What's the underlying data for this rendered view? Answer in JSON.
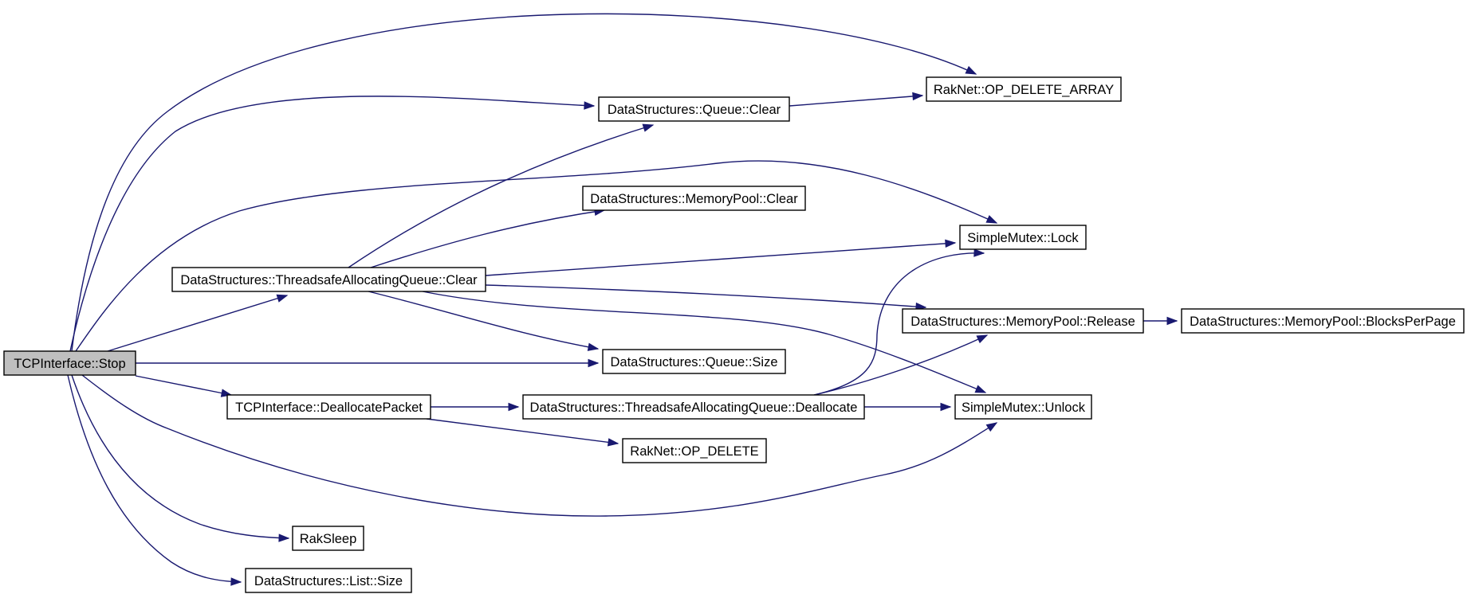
{
  "diagram": {
    "type": "call-graph",
    "colors": {
      "edge": "#191970",
      "node_border": "#000000",
      "node_fill": "#ffffff",
      "root_fill": "#bfbfbf"
    },
    "nodes": [
      {
        "id": "stop",
        "label": "TCPInterface::Stop",
        "root": true
      },
      {
        "id": "opdeletearray",
        "label": "RakNet::OP_DELETE_ARRAY"
      },
      {
        "id": "queueclear",
        "label": "DataStructures::Queue::Clear"
      },
      {
        "id": "mempoolclear",
        "label": "DataStructures::MemoryPool::Clear"
      },
      {
        "id": "mutexlock",
        "label": "SimpleMutex::Lock"
      },
      {
        "id": "taqclear",
        "label": "DataStructures::ThreadsafeAllocatingQueue::Clear"
      },
      {
        "id": "mempoolrelease",
        "label": "DataStructures::MemoryPool::Release"
      },
      {
        "id": "blocksperpage",
        "label": "DataStructures::MemoryPool::BlocksPerPage"
      },
      {
        "id": "queuesize",
        "label": "DataStructures::Queue::Size"
      },
      {
        "id": "deallocpacket",
        "label": "TCPInterface::DeallocatePacket"
      },
      {
        "id": "taqdealloc",
        "label": "DataStructures::ThreadsafeAllocatingQueue::Deallocate"
      },
      {
        "id": "mutexunlock",
        "label": "SimpleMutex::Unlock"
      },
      {
        "id": "opdelete",
        "label": "RakNet::OP_DELETE"
      },
      {
        "id": "raksleep",
        "label": "RakSleep"
      },
      {
        "id": "listsize",
        "label": "DataStructures::List::Size"
      }
    ],
    "edges": [
      {
        "from": "stop",
        "to": "opdeletearray"
      },
      {
        "from": "stop",
        "to": "queueclear"
      },
      {
        "from": "stop",
        "to": "mutexlock"
      },
      {
        "from": "stop",
        "to": "taqclear"
      },
      {
        "from": "stop",
        "to": "queuesize"
      },
      {
        "from": "stop",
        "to": "deallocpacket"
      },
      {
        "from": "stop",
        "to": "mutexunlock"
      },
      {
        "from": "stop",
        "to": "raksleep"
      },
      {
        "from": "stop",
        "to": "listsize"
      },
      {
        "from": "queueclear",
        "to": "opdeletearray"
      },
      {
        "from": "taqclear",
        "to": "queueclear"
      },
      {
        "from": "taqclear",
        "to": "mempoolclear"
      },
      {
        "from": "taqclear",
        "to": "mutexlock"
      },
      {
        "from": "taqclear",
        "to": "mempoolrelease"
      },
      {
        "from": "taqclear",
        "to": "queuesize"
      },
      {
        "from": "taqclear",
        "to": "mutexunlock"
      },
      {
        "from": "mempoolrelease",
        "to": "blocksperpage"
      },
      {
        "from": "deallocpacket",
        "to": "taqdealloc"
      },
      {
        "from": "deallocpacket",
        "to": "opdelete"
      },
      {
        "from": "taqdealloc",
        "to": "mutexlock"
      },
      {
        "from": "taqdealloc",
        "to": "mempoolrelease"
      },
      {
        "from": "taqdealloc",
        "to": "mutexunlock"
      }
    ]
  }
}
